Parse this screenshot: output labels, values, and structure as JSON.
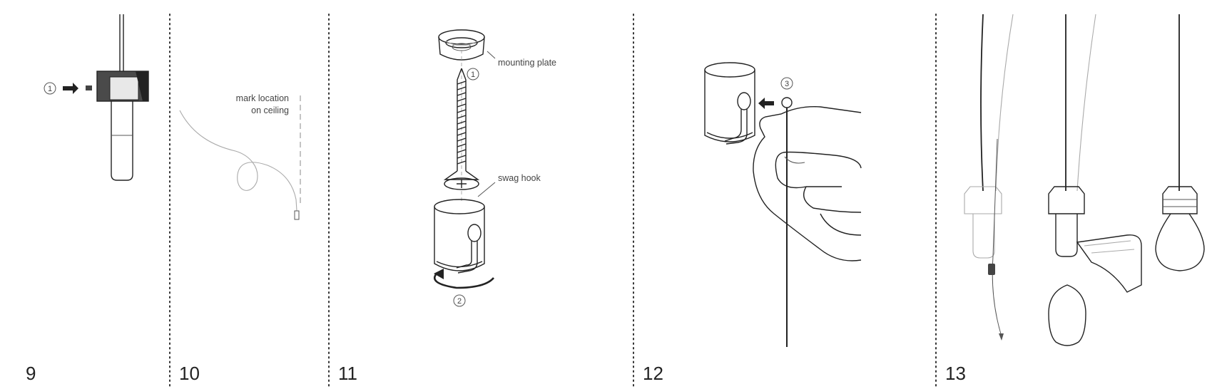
{
  "steps": [
    {
      "number": "9",
      "marker": "1"
    },
    {
      "number": "10",
      "label_lines": [
        "mark location",
        "on ceiling"
      ]
    },
    {
      "number": "11",
      "labels": {
        "mounting_plate": "mounting plate",
        "swag_hook": "swag hook"
      },
      "markers": [
        "1",
        "2"
      ]
    },
    {
      "number": "12",
      "marker": "3"
    },
    {
      "number": "13"
    }
  ],
  "colors": {
    "ink": "#222222",
    "divider": "#333333",
    "faint": "#aaaaaa",
    "shadow": "#555555"
  }
}
